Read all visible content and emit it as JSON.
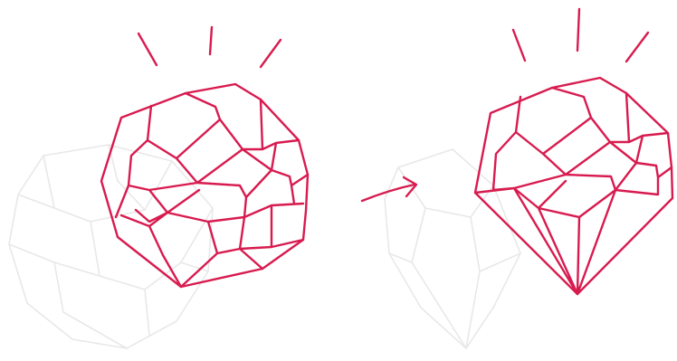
{
  "colors": {
    "background": "#ffffff",
    "line": "#d81b4f",
    "ghost": "#e8e8e8"
  },
  "illustration": {
    "before": "rough-stone",
    "after": "cut-gem",
    "transition": "arrow"
  }
}
